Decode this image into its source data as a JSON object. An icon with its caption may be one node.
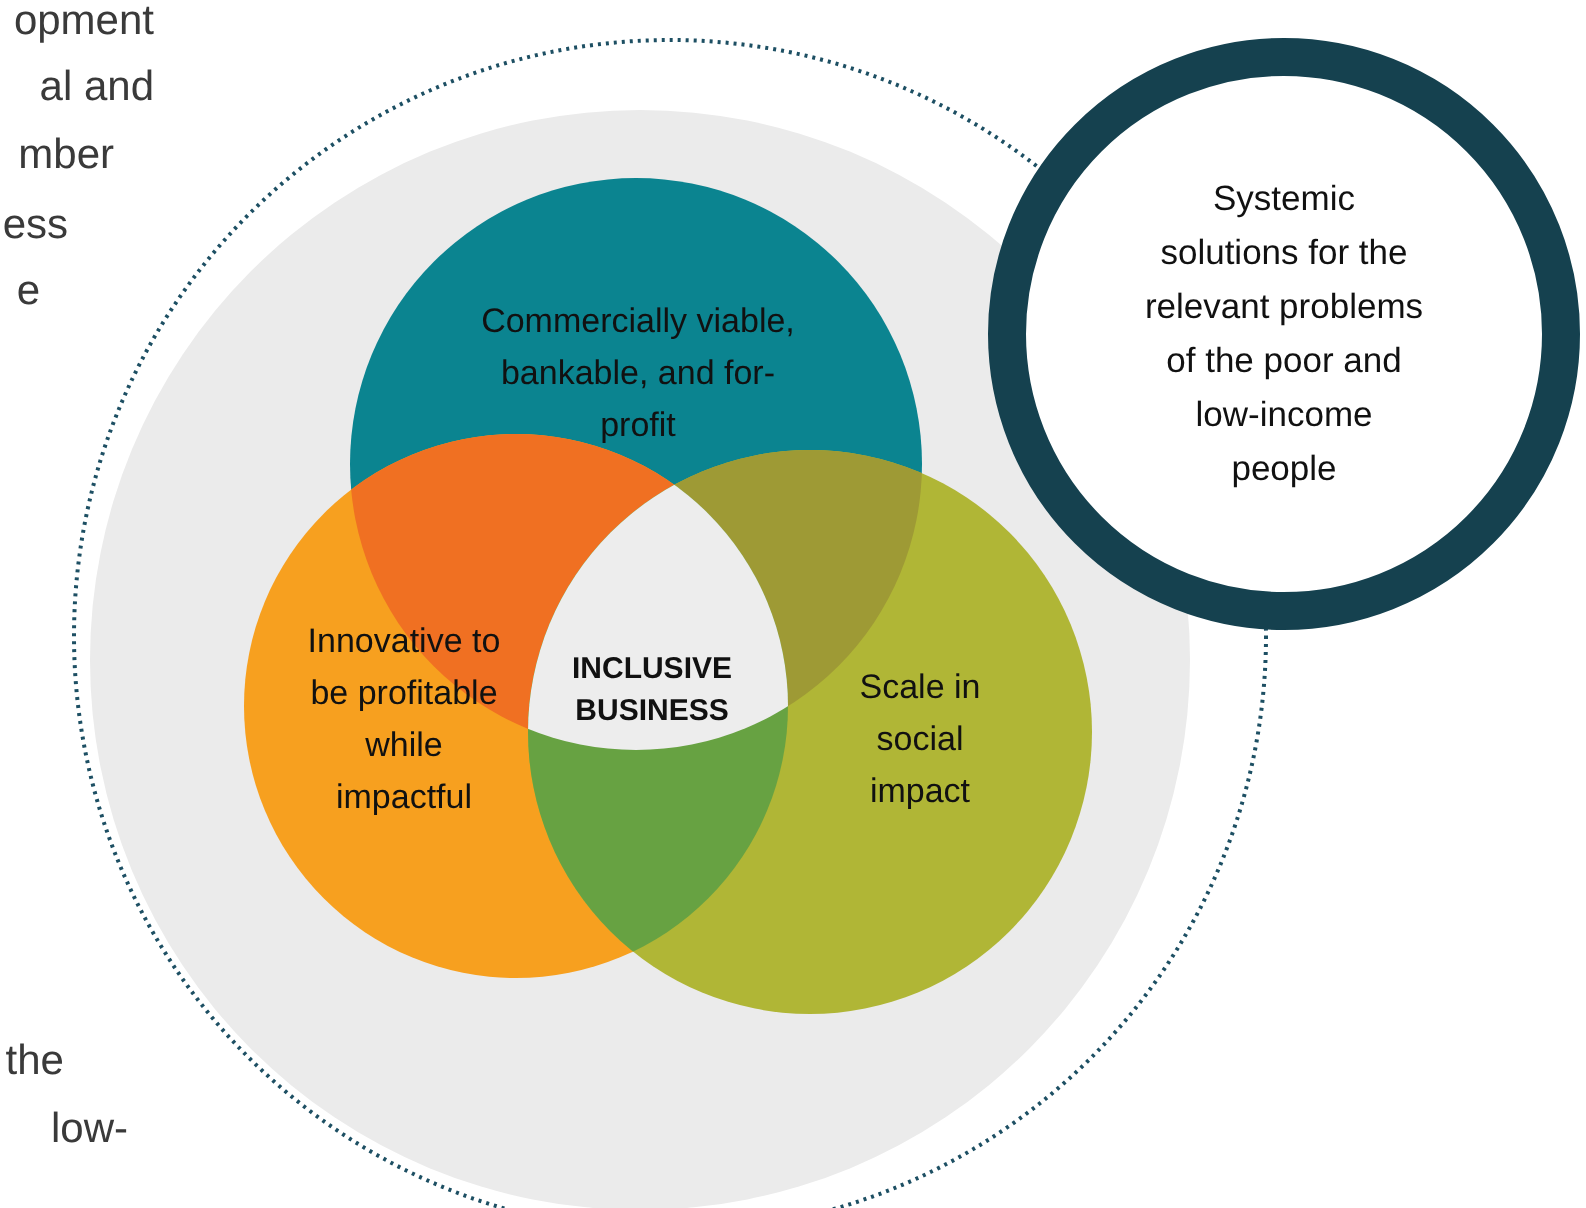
{
  "diagram": {
    "nodes": [
      {
        "text": [
          "Commercially viable, bankable, and for-profit"
        ]
      },
      {
        "text": [
          "Innovative to be profitable while impactful"
        ]
      },
      {
        "text": [
          "INCLUSIVE BUSINESS"
        ]
      },
      {
        "text": [
          "Scale in social impact"
        ]
      },
      {
        "text": [
          "Systemic solutions for the relevant problems of the poor and low-income people"
        ]
      }
    ],
    "labels": [
      "opment",
      "al and",
      "mber",
      "ess",
      "e",
      "the",
      "low-"
    ]
  }
}
